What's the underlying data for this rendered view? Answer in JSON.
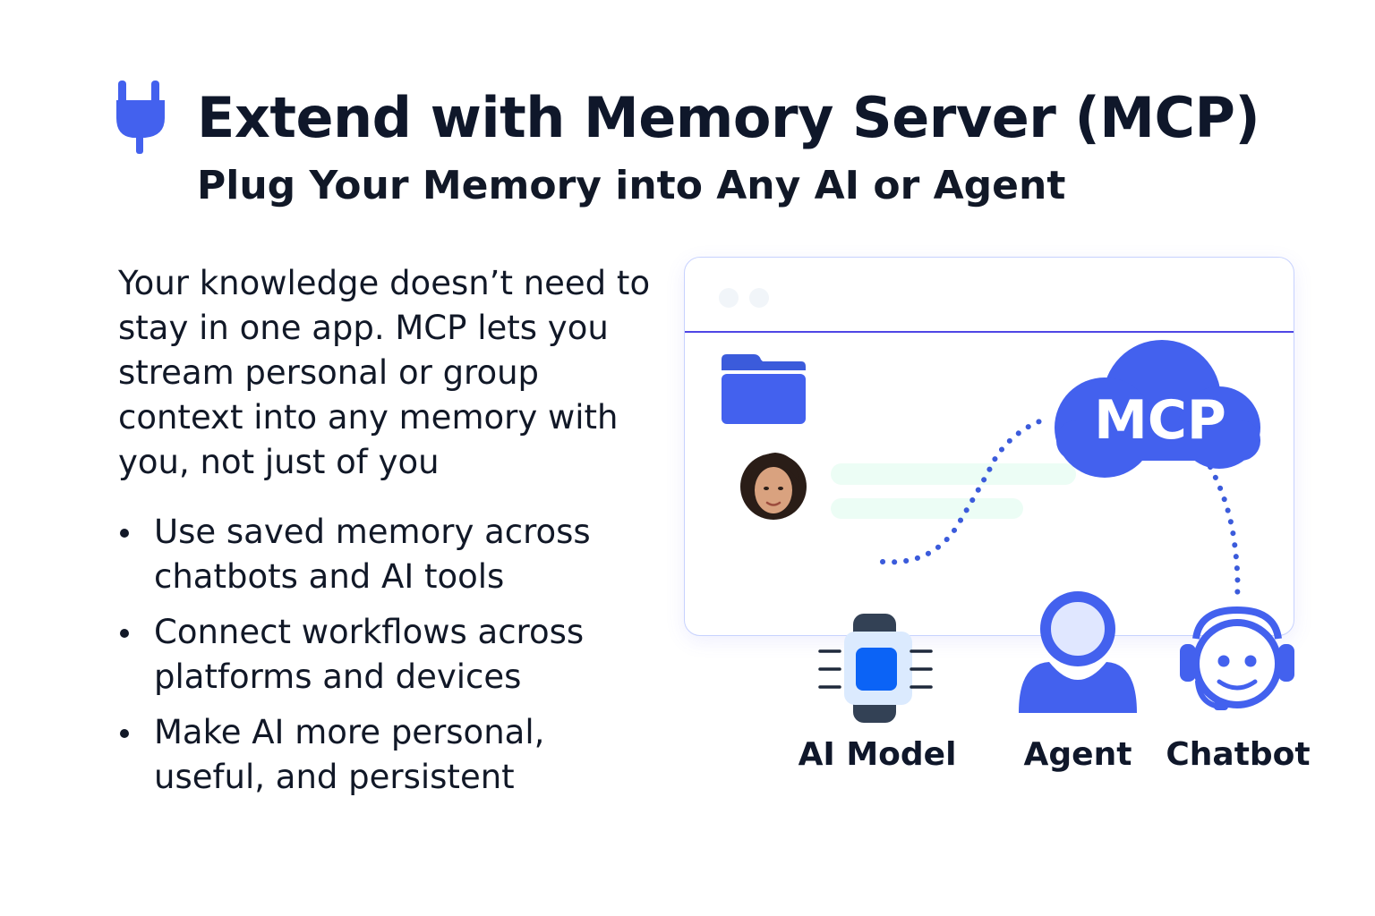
{
  "header": {
    "title": "Extend with Memory Server (MCP)",
    "subtitle": "Plug Your Memory into Any AI or Agent",
    "icon": "plug-icon"
  },
  "intro": {
    "text": "Your knowledge doesn’t need to stay in one app. MCP lets you stream personal or group context into any memory with you, not just of you"
  },
  "bullets": [
    {
      "text": "Use saved memory across chatbots and AI tools"
    },
    {
      "text": "Connect workflows across platforms and devices"
    },
    {
      "text": "Make AI more personal, useful, and persistent"
    }
  ],
  "illustration": {
    "cloud_label": "MCP",
    "icons": [
      {
        "label": "AI Model",
        "icon": "chip-icon"
      },
      {
        "label": "Agent",
        "icon": "person-icon"
      },
      {
        "label": "Chatbot",
        "icon": "chatbot-headset-icon"
      }
    ]
  },
  "colors": {
    "accent": "#4361ee",
    "accent_dark": "#3b5bdb",
    "chip_core": "#0b63f6",
    "chip_body": "#334155",
    "text": "#0f172a",
    "bar": "#ecfdf5"
  }
}
